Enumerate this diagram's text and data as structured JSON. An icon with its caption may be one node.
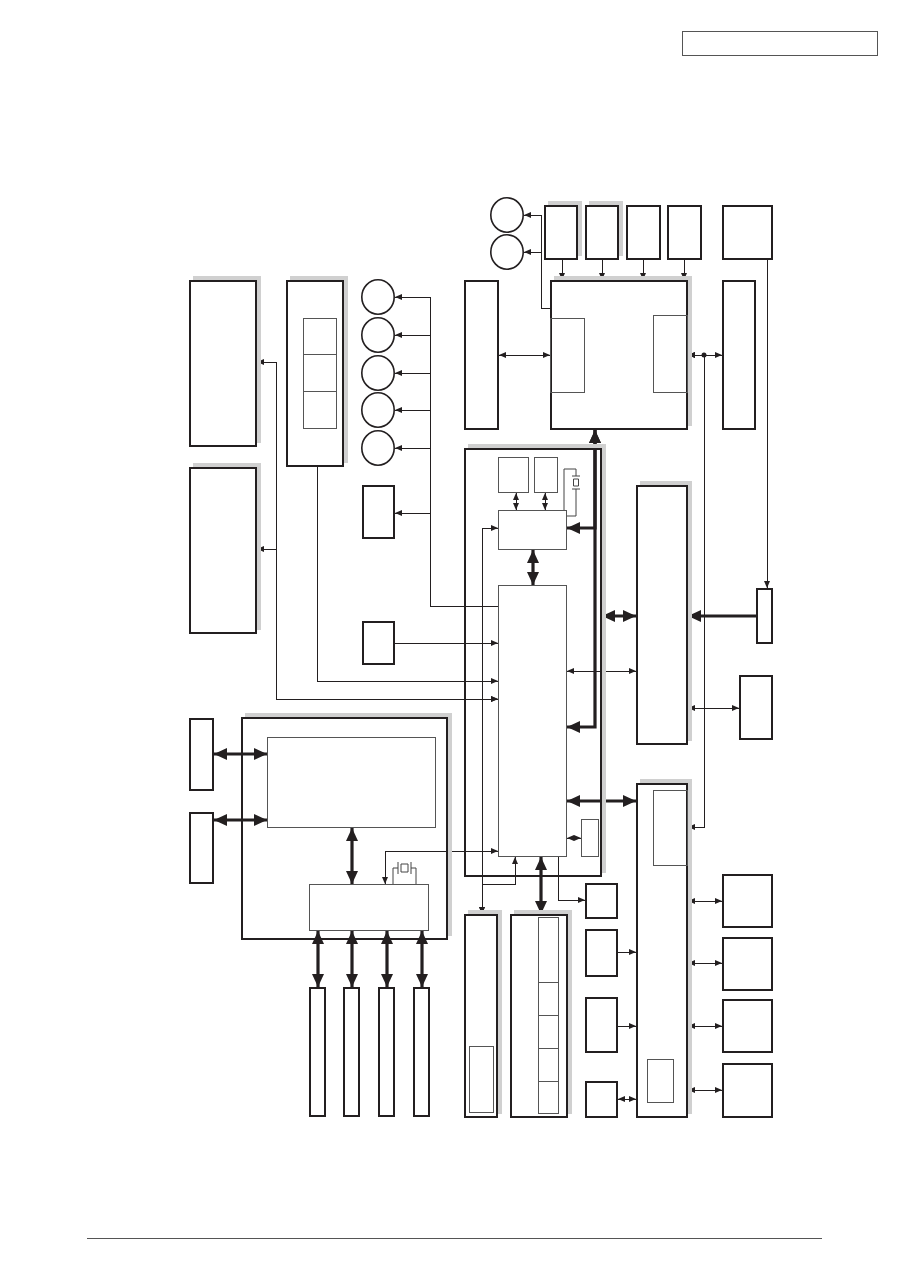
{
  "diagram": {
    "nodes": [
      {
        "text": [],
        "shape": "circle"
      },
      {
        "text": [],
        "shape": "circle"
      },
      {
        "text": [],
        "shape": "box"
      },
      {
        "text": [],
        "shape": "box"
      },
      {
        "text": [],
        "shape": "box"
      },
      {
        "text": [],
        "shape": "box"
      },
      {
        "text": [],
        "shape": "box"
      },
      {
        "text": [],
        "shape": "box"
      },
      {
        "text": [],
        "shape": "box"
      },
      {
        "text": [],
        "shape": "box",
        "in": 8
      },
      {
        "text": [],
        "shape": "box",
        "in": 8
      },
      {
        "text": [],
        "shape": "box",
        "in": 8
      },
      {
        "text": [],
        "shape": "circle"
      },
      {
        "text": [],
        "shape": "circle"
      },
      {
        "text": [],
        "shape": "circle"
      },
      {
        "text": [],
        "shape": "circle"
      },
      {
        "text": [],
        "shape": "circle"
      },
      {
        "text": [],
        "shape": "box"
      },
      {
        "text": [],
        "shape": "box"
      },
      {
        "text": [],
        "shape": "box",
        "in": 18
      },
      {
        "text": [],
        "shape": "box",
        "in": 18
      },
      {
        "text": [],
        "shape": "box"
      },
      {
        "text": [],
        "shape": "box"
      },
      {
        "text": [],
        "shape": "box",
        "in": 22
      },
      {
        "text": [],
        "shape": "box",
        "in": 22
      },
      {
        "text": [],
        "shape": "box",
        "in": 22
      },
      {
        "text": [],
        "shape": "box"
      },
      {
        "text": [],
        "shape": "box"
      },
      {
        "text": [],
        "shape": "box"
      },
      {
        "text": [],
        "shape": "box"
      },
      {
        "text": [],
        "shape": "box",
        "in": 22
      },
      {
        "text": [],
        "shape": "box"
      },
      {
        "text": [],
        "shape": "box"
      },
      {
        "text": [],
        "shape": "box"
      },
      {
        "text": [],
        "shape": "box"
      },
      {
        "text": [],
        "shape": "box",
        "in": 34
      },
      {
        "text": [],
        "shape": "box"
      },
      {
        "text": [],
        "shape": "box",
        "in": 36
      },
      {
        "text": [],
        "shape": "box"
      },
      {
        "text": [],
        "shape": "box",
        "in": 22
      },
      {
        "text": [],
        "shape": "box",
        "in": 34
      },
      {
        "text": [],
        "shape": "box"
      },
      {
        "text": [],
        "shape": "box"
      },
      {
        "text": [],
        "shape": "box"
      },
      {
        "text": [],
        "shape": "box",
        "in": 43
      },
      {
        "text": [],
        "shape": "box"
      },
      {
        "text": [],
        "shape": "box",
        "in": 45
      },
      {
        "text": [],
        "shape": "box",
        "in": 45
      },
      {
        "text": [],
        "shape": "box",
        "in": 45
      },
      {
        "text": [],
        "shape": "box",
        "in": 45
      },
      {
        "text": [],
        "shape": "box",
        "in": 45
      },
      {
        "text": [],
        "shape": "box"
      },
      {
        "text": [],
        "shape": "box"
      },
      {
        "text": [],
        "shape": "box"
      },
      {
        "text": [],
        "shape": "box"
      },
      {
        "text": [],
        "shape": "box"
      },
      {
        "text": [],
        "shape": "box"
      },
      {
        "text": [],
        "shape": "box"
      },
      {
        "text": [],
        "shape": "box"
      },
      {
        "text": [],
        "shape": "box",
        "in": 36
      },
      {
        "text": [],
        "shape": "box"
      },
      {
        "text": [],
        "shape": "box"
      }
    ],
    "edges": [
      {
        "from": 2,
        "to": 18,
        "arrow": "to"
      },
      {
        "from": 3,
        "to": 18,
        "arrow": "to"
      },
      {
        "from": 4,
        "to": 18,
        "arrow": "to"
      },
      {
        "from": 5,
        "to": 18,
        "arrow": "to"
      },
      {
        "from": 18,
        "to": 0,
        "arrow": "to"
      },
      {
        "from": 18,
        "to": 1,
        "arrow": "to"
      },
      {
        "from": 17,
        "to": 18,
        "arrow": "both"
      },
      {
        "from": 18,
        "to": 21,
        "arrow": "both"
      },
      {
        "from": 18,
        "to": 36,
        "arrow": "both"
      },
      {
        "from": 6,
        "to": 29,
        "arrow": "to"
      },
      {
        "from": 29,
        "to": 28,
        "arrow": "to",
        "style": "thick"
      },
      {
        "from": 25,
        "to": 18,
        "arrow": "both",
        "style": "thick"
      },
      {
        "from": 30,
        "to": 18,
        "arrow": "both",
        "style": "thick"
      },
      {
        "from": 23,
        "to": 25,
        "arrow": "both"
      },
      {
        "from": 24,
        "to": 25,
        "arrow": "both"
      },
      {
        "from": 25,
        "to": 30,
        "arrow": "both",
        "style": "thick"
      },
      {
        "from": 22,
        "to": 28,
        "arrow": "both",
        "style": "thick"
      },
      {
        "from": 30,
        "to": 28,
        "arrow": "both"
      },
      {
        "from": 30,
        "to": 36,
        "arrow": "both",
        "style": "thick"
      },
      {
        "from": 28,
        "to": 32,
        "arrow": "both"
      },
      {
        "from": 39,
        "to": 30,
        "arrow": "both"
      },
      {
        "from": 30,
        "to": 12,
        "arrow": "to"
      },
      {
        "from": 30,
        "to": 13,
        "arrow": "to"
      },
      {
        "from": 30,
        "to": 14,
        "arrow": "to"
      },
      {
        "from": 30,
        "to": 15,
        "arrow": "to"
      },
      {
        "from": 30,
        "to": 16,
        "arrow": "to"
      },
      {
        "from": 30,
        "to": 27,
        "arrow": "to"
      },
      {
        "from": 31,
        "to": 30,
        "arrow": "to"
      },
      {
        "from": 8,
        "to": 30,
        "arrow": "to"
      },
      {
        "from": 7,
        "to": 30,
        "arrow": "both"
      },
      {
        "from": 26,
        "to": 30,
        "arrow": "both"
      },
      {
        "from": 33,
        "to": 35,
        "arrow": "both",
        "style": "thick"
      },
      {
        "from": 38,
        "to": 35,
        "arrow": "both",
        "style": "thick"
      },
      {
        "from": 35,
        "to": 40,
        "arrow": "both",
        "style": "thick"
      },
      {
        "from": 40,
        "to": 53,
        "arrow": "both",
        "style": "thick"
      },
      {
        "from": 40,
        "to": 54,
        "arrow": "both",
        "style": "thick"
      },
      {
        "from": 40,
        "to": 55,
        "arrow": "both",
        "style": "thick"
      },
      {
        "from": 40,
        "to": 56,
        "arrow": "both",
        "style": "thick"
      },
      {
        "from": 40,
        "to": 30,
        "arrow": "both"
      },
      {
        "from": 25,
        "to": 43,
        "arrow": "both"
      },
      {
        "from": 30,
        "to": 43,
        "arrow": "both"
      },
      {
        "from": 30,
        "to": 45,
        "arrow": "both",
        "style": "thick"
      },
      {
        "from": 30,
        "to": 41,
        "arrow": "to"
      },
      {
        "from": 51,
        "to": 36,
        "arrow": "to"
      },
      {
        "from": 57,
        "to": 36,
        "arrow": "to"
      },
      {
        "from": 60,
        "to": 36,
        "arrow": "both"
      },
      {
        "from": 36,
        "to": 42,
        "arrow": "both"
      },
      {
        "from": 36,
        "to": 52,
        "arrow": "both"
      },
      {
        "from": 36,
        "to": 58,
        "arrow": "both"
      },
      {
        "from": 36,
        "to": 61,
        "arrow": "both"
      }
    ]
  }
}
